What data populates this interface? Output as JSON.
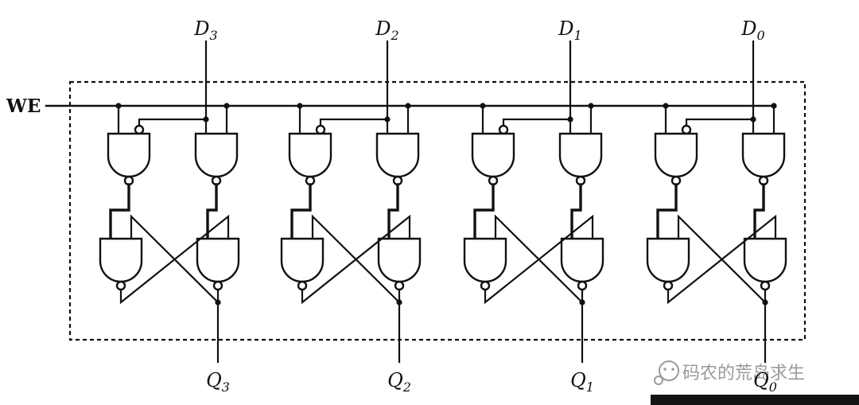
{
  "diagram": {
    "type": "logic-schematic",
    "subject": "4-bit register of NAND-gate D latches with write enable",
    "bit_count": 4,
    "gates_per_cell": 4,
    "colors": {
      "line": "#111111",
      "watermark": "#9a9a9a",
      "bottom_bar": "#141414",
      "background": "#ffffff"
    }
  },
  "signals": {
    "we_label": "WE",
    "cells": [
      {
        "d": "D",
        "d_sub": "3",
        "q": "Q",
        "q_sub": "3"
      },
      {
        "d": "D",
        "d_sub": "2",
        "q": "Q",
        "q_sub": "2"
      },
      {
        "d": "D",
        "d_sub": "1",
        "q": "Q",
        "q_sub": "1"
      },
      {
        "d": "D",
        "d_sub": "0",
        "q": "Q",
        "q_sub": "0"
      }
    ]
  },
  "watermark": {
    "text": "码农的荒岛求生"
  }
}
